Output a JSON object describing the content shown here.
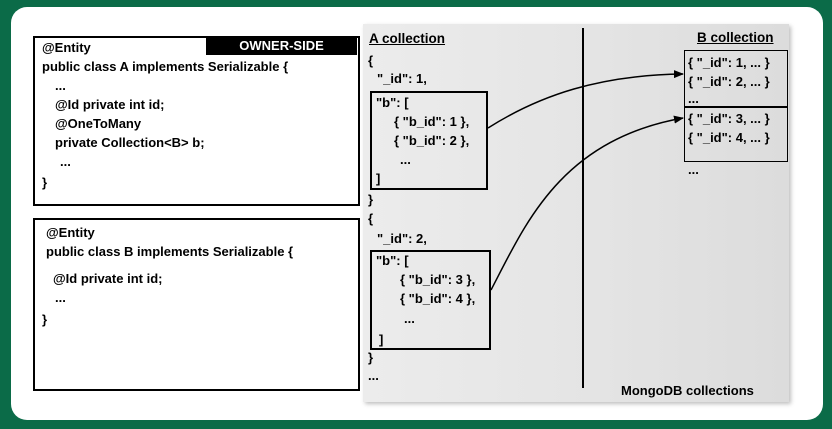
{
  "entity_a": {
    "lines": [
      "@Entity",
      "public class A implements Serializable {",
      "...",
      "@Id private int id;",
      "@OneToMany",
      "private Collection<B> b;",
      "...",
      "}"
    ],
    "owner_tag": "OWNER-SIDE"
  },
  "entity_b": {
    "lines": [
      "@Entity",
      "public class B implements Serializable {",
      "@Id private int id;",
      "...",
      "}"
    ]
  },
  "a_collection": {
    "heading": "A collection",
    "doc1": {
      "open": "{",
      "id_line": "\"_id\": 1,",
      "b_open": "\"b\": [",
      "refs": [
        "{ \"b_id\": 1 },",
        "{ \"b_id\": 2 },"
      ],
      "ellipsis": "...",
      "b_close": "]",
      "close": "}"
    },
    "doc2": {
      "open": "{",
      "id_line": "\"_id\": 2,",
      "b_open": "\"b\": [",
      "refs": [
        "{ \"b_id\": 3 },",
        "{ \"b_id\": 4 },"
      ],
      "ellipsis": "...",
      "b_close": "]",
      "close": "}"
    },
    "trailing": "..."
  },
  "b_collection": {
    "heading": "B collection",
    "group1": [
      "{ \"_id\": 1, ... }",
      "{ \"_id\": 2, ... }"
    ],
    "group1_ellipsis": "...",
    "group2": [
      "{ \"_id\": 3, ... }",
      "{ \"_id\": 4, ... }"
    ],
    "group2_ellipsis": "..."
  },
  "footer": "MongoDB collections",
  "colors": {
    "background": "#0b6b48",
    "panel": "#e6e6e6",
    "ink": "#000000"
  }
}
